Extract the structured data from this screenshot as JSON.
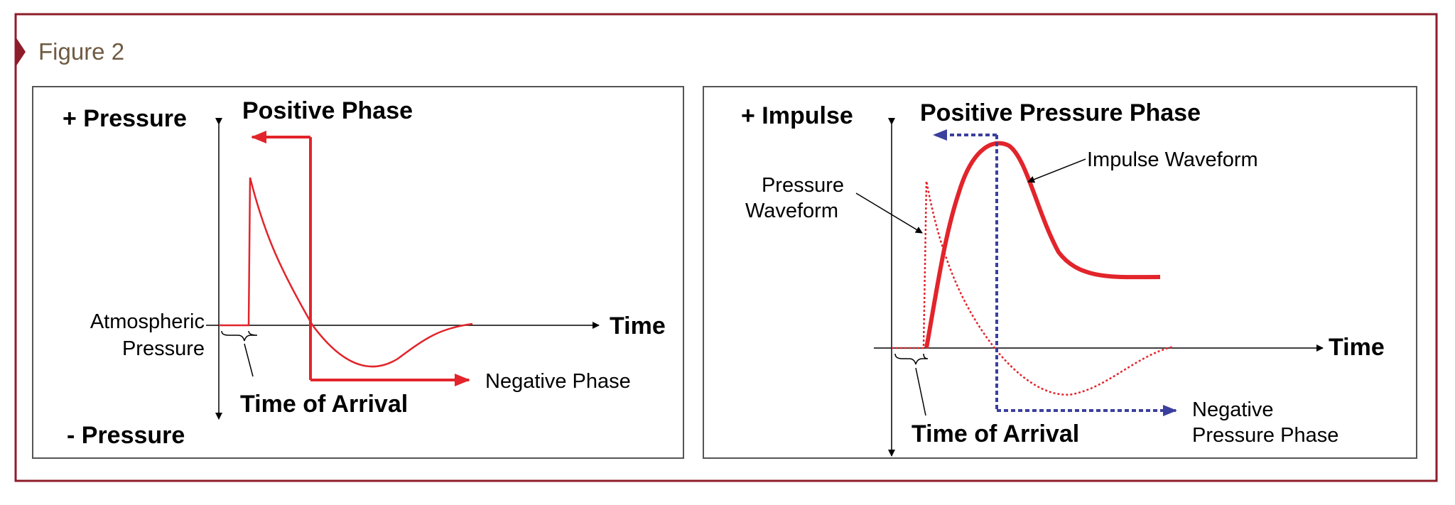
{
  "figure_label": "Figure 2",
  "colors": {
    "frame": "#8e1d2a",
    "label_text": "#6f5b43",
    "red": "#e2242b",
    "blue": "#3b3f9e",
    "panel_border": "#555555"
  },
  "left_panel": {
    "y_top_label": "+ Pressure",
    "y_bottom_label": "- Pressure",
    "x_label": "Time",
    "positive_phase": "Positive Phase",
    "negative_phase": "Negative Phase",
    "atmospheric_line1": "Atmospheric",
    "atmospheric_line2": "Pressure",
    "time_of_arrival": "Time of Arrival"
  },
  "right_panel": {
    "y_top_label": "+ Impulse",
    "x_label": "Time",
    "positive_phase": "Positive Pressure Phase",
    "impulse_waveform": "Impulse Waveform",
    "pressure_waveform_line1": "Pressure",
    "pressure_waveform_line2": "Waveform",
    "negative_phase_line1": "Negative",
    "negative_phase_line2": "Pressure Phase",
    "time_of_arrival": "Time of Arrival"
  }
}
